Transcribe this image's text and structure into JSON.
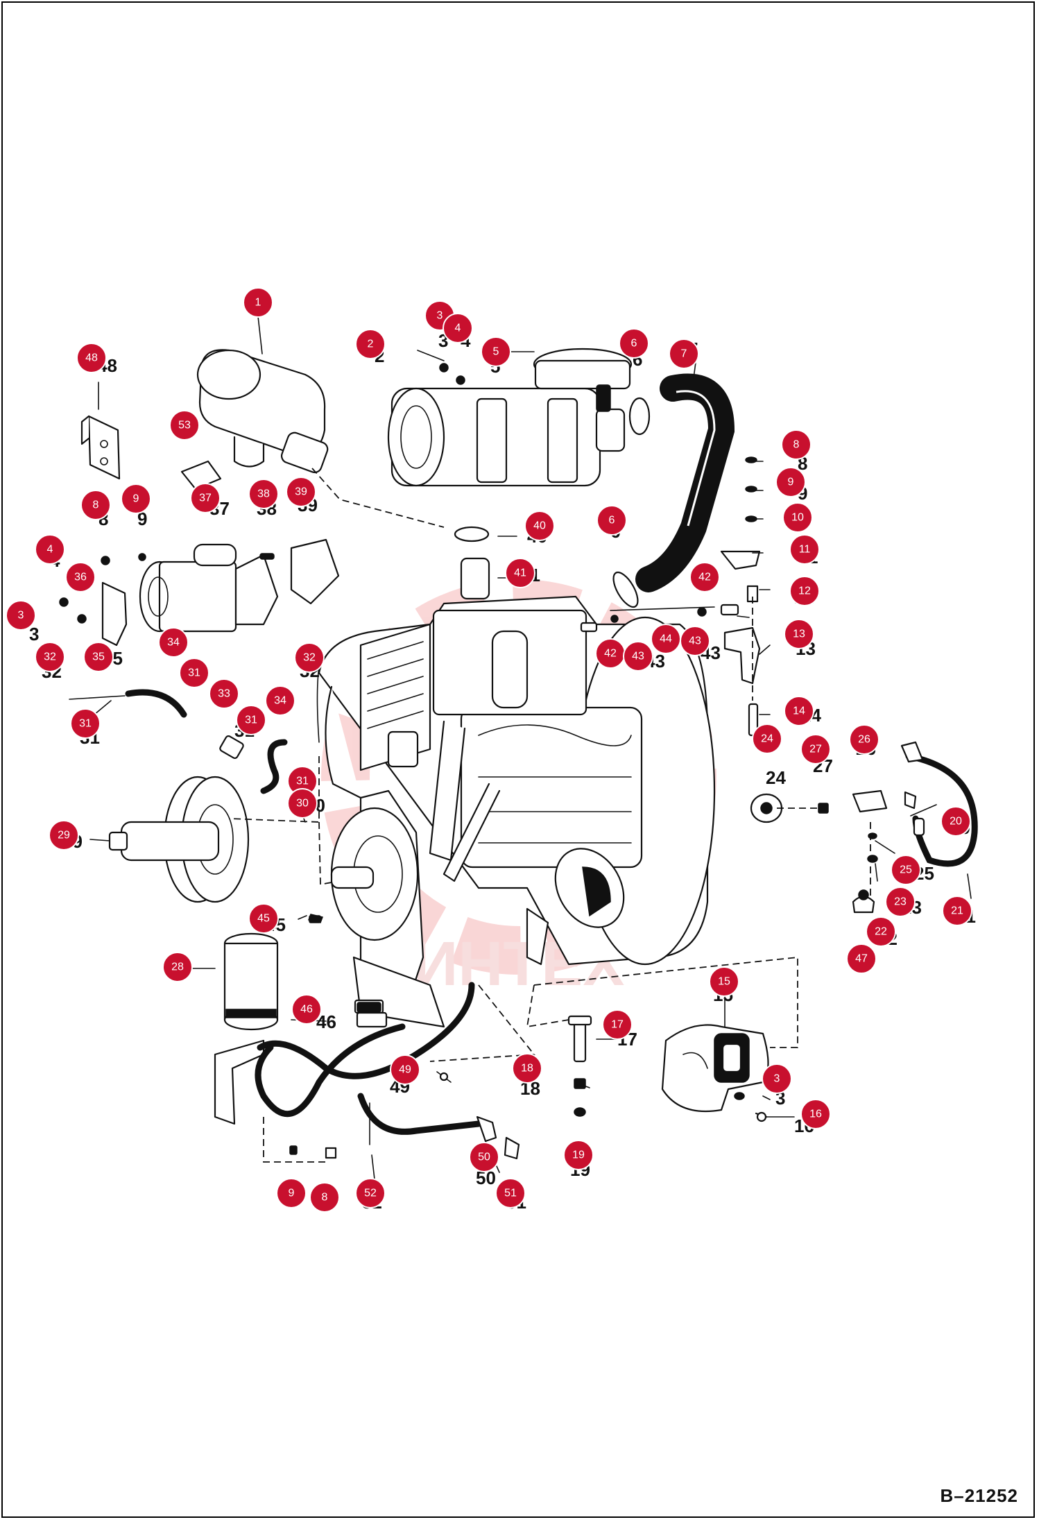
{
  "document_code": "B–21252",
  "watermark_text": "ИНТЕХ",
  "colors": {
    "callout": "#c8102e",
    "ink": "#111111",
    "background": "#ffffff",
    "watermark": "#f3b8b8"
  },
  "callouts": [
    {
      "label": "1"
    },
    {
      "label": "2"
    },
    {
      "label": "3"
    },
    {
      "label": "4"
    },
    {
      "label": "5"
    },
    {
      "label": "6"
    },
    {
      "label": "7"
    },
    {
      "label": "48"
    },
    {
      "label": "53"
    },
    {
      "label": "8"
    },
    {
      "label": "9"
    },
    {
      "label": "37"
    },
    {
      "label": "38"
    },
    {
      "label": "39"
    },
    {
      "label": "40"
    },
    {
      "label": "41"
    },
    {
      "label": "6"
    },
    {
      "label": "8"
    },
    {
      "label": "9"
    },
    {
      "label": "10"
    },
    {
      "label": "11"
    },
    {
      "label": "42"
    },
    {
      "label": "12"
    },
    {
      "label": "4"
    },
    {
      "label": "36"
    },
    {
      "label": "3"
    },
    {
      "label": "35"
    },
    {
      "label": "34"
    },
    {
      "label": "32"
    },
    {
      "label": "31"
    },
    {
      "label": "33"
    },
    {
      "label": "31"
    },
    {
      "label": "31"
    },
    {
      "label": "34"
    },
    {
      "label": "32"
    },
    {
      "label": "42"
    },
    {
      "label": "43"
    },
    {
      "label": "44"
    },
    {
      "label": "43"
    },
    {
      "label": "13"
    },
    {
      "label": "14"
    },
    {
      "label": "24"
    },
    {
      "label": "27"
    },
    {
      "label": "26"
    },
    {
      "label": "31"
    },
    {
      "label": "30"
    },
    {
      "label": "29"
    },
    {
      "label": "20"
    },
    {
      "label": "25"
    },
    {
      "label": "23"
    },
    {
      "label": "21"
    },
    {
      "label": "22"
    },
    {
      "label": "47"
    },
    {
      "label": "45"
    },
    {
      "label": "28"
    },
    {
      "label": "46"
    },
    {
      "label": "15"
    },
    {
      "label": "17"
    },
    {
      "label": "49"
    },
    {
      "label": "18"
    },
    {
      "label": "3"
    },
    {
      "label": "16"
    },
    {
      "label": "50"
    },
    {
      "label": "19"
    },
    {
      "label": "9"
    },
    {
      "label": "8"
    },
    {
      "label": "52"
    },
    {
      "label": "51"
    }
  ],
  "plain_labels": [
    {
      "text": "2"
    },
    {
      "text": "3"
    },
    {
      "text": "4"
    },
    {
      "text": "5"
    },
    {
      "text": "6"
    },
    {
      "text": "7"
    },
    {
      "text": "48"
    },
    {
      "text": "8"
    },
    {
      "text": "9"
    },
    {
      "text": "37"
    },
    {
      "text": "38"
    },
    {
      "text": "39"
    },
    {
      "text": "40"
    },
    {
      "text": "41"
    },
    {
      "text": "6"
    },
    {
      "text": "8"
    },
    {
      "text": "9"
    },
    {
      "text": "10"
    },
    {
      "text": "11"
    },
    {
      "text": "12"
    },
    {
      "text": "13"
    },
    {
      "text": "4"
    },
    {
      "text": "3"
    },
    {
      "text": "35"
    },
    {
      "text": "32"
    },
    {
      "text": "31"
    },
    {
      "text": "31"
    },
    {
      "text": "32"
    },
    {
      "text": "43"
    },
    {
      "text": "43"
    },
    {
      "text": "14"
    },
    {
      "text": "24"
    },
    {
      "text": "27"
    },
    {
      "text": "26"
    },
    {
      "text": "29"
    },
    {
      "text": "30"
    },
    {
      "text": "20"
    },
    {
      "text": "25"
    },
    {
      "text": "23"
    },
    {
      "text": "21"
    },
    {
      "text": "22"
    },
    {
      "text": "47"
    },
    {
      "text": "45"
    },
    {
      "text": "28"
    },
    {
      "text": "46"
    },
    {
      "text": "15"
    },
    {
      "text": "17"
    },
    {
      "text": "49"
    },
    {
      "text": "18"
    },
    {
      "text": "3"
    },
    {
      "text": "16"
    },
    {
      "text": "50"
    },
    {
      "text": "19"
    },
    {
      "text": "9"
    },
    {
      "text": "8"
    },
    {
      "text": "52"
    },
    {
      "text": "51"
    }
  ]
}
